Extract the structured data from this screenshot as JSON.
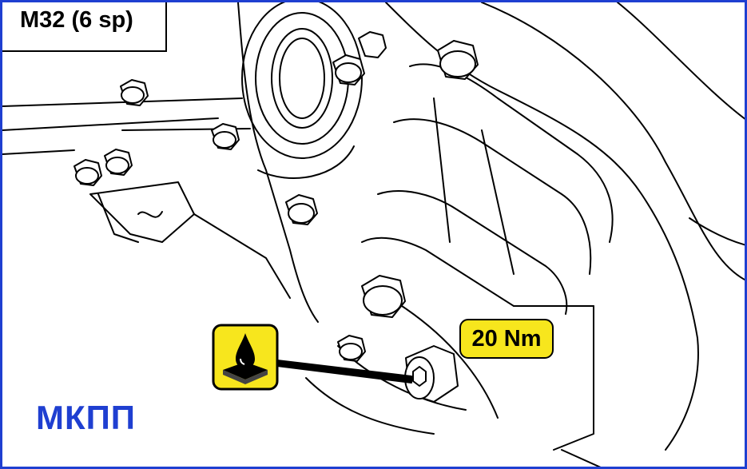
{
  "diagram": {
    "model_label": "M32 (6 sp)",
    "torque_label": "20 Nm",
    "gearbox_label": "МКПП",
    "icon": "oil-drop-icon",
    "colors": {
      "frame": "#1f3fd1",
      "badge": "#f7e61d",
      "label_text": "#1f3fd1"
    }
  }
}
